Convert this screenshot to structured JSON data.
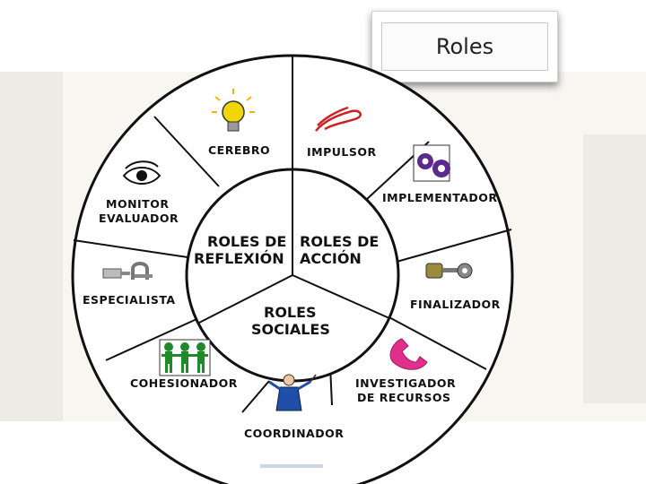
{
  "title": "Roles",
  "center": {
    "reflexion": [
      "ROLES DE",
      "REFLEXIÓN"
    ],
    "accion": [
      "ROLES DE",
      "ACCIÓN"
    ],
    "sociales": [
      "ROLES",
      "SOCIALES"
    ]
  },
  "roles": {
    "cerebro": [
      "CEREBRO"
    ],
    "impulsor": [
      "IMPULSOR"
    ],
    "implementador": [
      "IMPLEMENTADOR"
    ],
    "finalizador": [
      "FINALIZADOR"
    ],
    "investigador": [
      "INVESTIGADOR",
      "DE RECURSOS"
    ],
    "coordinador": [
      "COORDINADOR"
    ],
    "cohesionador": [
      "COHESIONADOR"
    ],
    "especialista": [
      "ESPECIALISTA"
    ],
    "monitor": [
      "MONITOR",
      "EVALUADOR"
    ]
  },
  "icons": {
    "cerebro": "lightbulb-icon",
    "impulsor": "rope-icon",
    "implementador": "gears-icon",
    "finalizador": "hand-key-icon",
    "investigador": "telephone-icon",
    "coordinador": "conductor-icon",
    "cohesionador": "people-chain-icon",
    "especialista": "plug-icon",
    "monitor": "eye-icon"
  },
  "colors": {
    "gears": "#5b2a8c",
    "people": "#1e8a2a",
    "telephone": "#e0308a",
    "conductor": "#1f4fa8",
    "bulb": "#f2d600"
  }
}
